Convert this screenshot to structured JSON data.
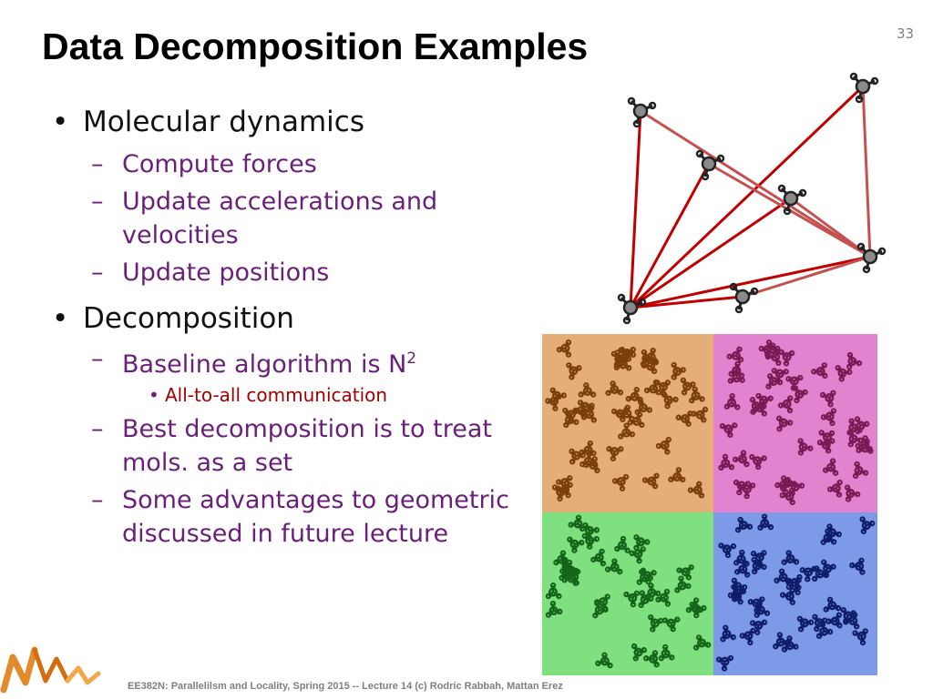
{
  "slide": {
    "title": "Data Decomposition Examples",
    "number": "33",
    "footer": "EE382N: Parallelilsm and Locality, Spring 2015 -- Lecture 14   (c) Rodric Rabbah, Mattan Erez"
  },
  "bullets": [
    {
      "text": "Molecular dynamics",
      "sub": [
        {
          "text": "Compute forces"
        },
        {
          "text": "Update accelerations and velocities"
        },
        {
          "text": "Update positions"
        }
      ]
    },
    {
      "text": "Decomposition",
      "sub": [
        {
          "text": "Baseline  algorithm is N",
          "sup": "2",
          "sub": [
            "All-to-all communication"
          ]
        },
        {
          "text": "Best decomposition is to treat mols. as a set"
        },
        {
          "text": "Some advantages to geometric discussed in future lecture"
        }
      ]
    }
  ],
  "colors": {
    "orange_quadrant": "#e5ae78",
    "pink_quadrant": "#e283cf",
    "green_quadrant": "#7fe07f",
    "blue_quadrant": "#7c9ae8",
    "orange_mol": "#7a3f0c",
    "pink_mol": "#7a1b55",
    "green_mol": "#14641a",
    "blue_mol": "#101e6a",
    "force_line": "#c00000"
  },
  "logo": {
    "icon": "nwnw-logo-icon"
  }
}
